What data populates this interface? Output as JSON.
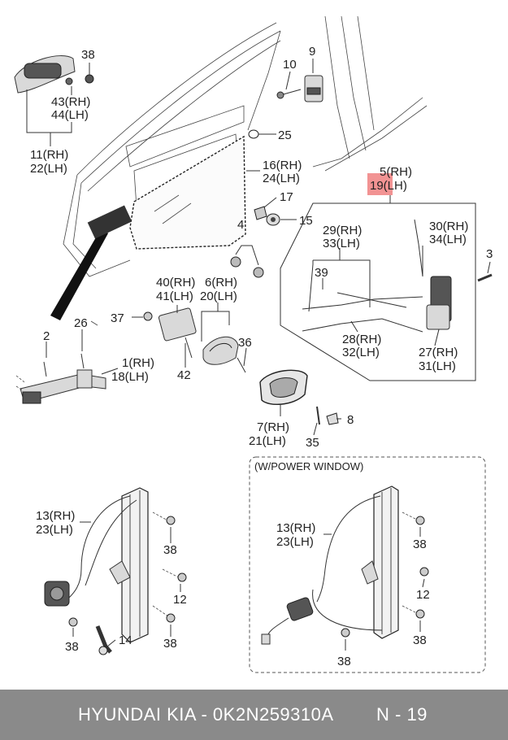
{
  "callouts": [
    {
      "id": "38a",
      "text": "38"
    },
    {
      "id": "43",
      "text": "43(RH)"
    },
    {
      "id": "44",
      "text": "44(LH)"
    },
    {
      "id": "11",
      "text": "11(RH)"
    },
    {
      "id": "22",
      "text": "22(LH)"
    },
    {
      "id": "10",
      "text": "10"
    },
    {
      "id": "9",
      "text": "9"
    },
    {
      "id": "25",
      "text": "25"
    },
    {
      "id": "16",
      "text": "16(RH)"
    },
    {
      "id": "24",
      "text": "24(LH)"
    },
    {
      "id": "17",
      "text": "17"
    },
    {
      "id": "15",
      "text": "15"
    },
    {
      "id": "4",
      "text": "4"
    },
    {
      "id": "5",
      "text": "5(RH)"
    },
    {
      "id": "19",
      "text": "19(LH)"
    },
    {
      "id": "29",
      "text": "29(RH)"
    },
    {
      "id": "33",
      "text": "33(LH)"
    },
    {
      "id": "30",
      "text": "30(RH)"
    },
    {
      "id": "34",
      "text": "34(LH)"
    },
    {
      "id": "39",
      "text": "39"
    },
    {
      "id": "3",
      "text": "3"
    },
    {
      "id": "40",
      "text": "40(RH)"
    },
    {
      "id": "41",
      "text": "41(LH)"
    },
    {
      "id": "6",
      "text": "6(RH)"
    },
    {
      "id": "20",
      "text": "20(LH)"
    },
    {
      "id": "37",
      "text": "37"
    },
    {
      "id": "28",
      "text": "28(RH)"
    },
    {
      "id": "32",
      "text": "32(LH)"
    },
    {
      "id": "27",
      "text": "27(RH)"
    },
    {
      "id": "31",
      "text": "31(LH)"
    },
    {
      "id": "2",
      "text": "2"
    },
    {
      "id": "26",
      "text": "26"
    },
    {
      "id": "1",
      "text": "1(RH)"
    },
    {
      "id": "18",
      "text": "18(LH)"
    },
    {
      "id": "42",
      "text": "42"
    },
    {
      "id": "36",
      "text": "36"
    },
    {
      "id": "8",
      "text": "8"
    },
    {
      "id": "7",
      "text": "7(RH)"
    },
    {
      "id": "21",
      "text": "21(LH)"
    },
    {
      "id": "35",
      "text": "35"
    },
    {
      "id": "13a",
      "text": "13(RH)"
    },
    {
      "id": "23a",
      "text": "23(LH)"
    },
    {
      "id": "38b",
      "text": "38"
    },
    {
      "id": "12a",
      "text": "12"
    },
    {
      "id": "38c",
      "text": "38"
    },
    {
      "id": "14",
      "text": "14"
    },
    {
      "id": "38d",
      "text": "38"
    },
    {
      "id": "13b",
      "text": "13(RH)"
    },
    {
      "id": "23b",
      "text": "23(LH)"
    },
    {
      "id": "38e",
      "text": "38"
    },
    {
      "id": "12b",
      "text": "12"
    },
    {
      "id": "38f",
      "text": "38"
    },
    {
      "id": "38g",
      "text": "38"
    }
  ],
  "power_window_label": "(W/POWER WINDOW)",
  "highlight_color": "#f08080",
  "footer": {
    "code": "HYUNDAI  KIA - 0K2N259310A",
    "page": "N - 19"
  }
}
